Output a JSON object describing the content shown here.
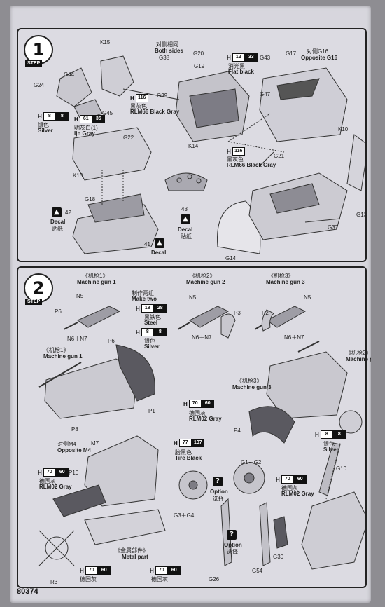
{
  "page_number": "80374",
  "step1": {
    "step_number": "1",
    "step_label": "STEP",
    "parts": {
      "k15": "K15",
      "g44": "G44",
      "g24": "G24",
      "g45": "G45",
      "g38": "G38",
      "g39": "G39",
      "g20": "G20",
      "g19": "G19",
      "k14": "K14",
      "g43": "G43",
      "g17": "G17",
      "g47": "G47",
      "g22": "G22",
      "k13": "K13",
      "g18": "G18",
      "n42": "42",
      "n43": "43",
      "n41": "41",
      "g21": "G21",
      "k10": "K10",
      "g13": "G13",
      "g37": "G37",
      "g14": "G14"
    },
    "both_sides_cn": "对侧相同",
    "both_sides_en": "Both sides",
    "opposite_g16_cn": "对侧G16",
    "opposite_g16_en": "Opposite G16",
    "colors": {
      "black_gray_code": "116",
      "black_gray_cn": "黑灰色",
      "black_gray_en": "RLM66 Black Gray",
      "silver_code": "8",
      "silver_cn": "银色",
      "silver_en": "Silver",
      "ijn_gray_code": "61",
      "ijn_gray_num": "35",
      "ijn_gray_cn": "明灰白(1)",
      "ijn_gray_en": "Ijn Gray",
      "flat_black_code": "12",
      "flat_black_num": "33",
      "flat_black_cn": "消光黑",
      "flat_black_en": "Flat black",
      "black_gray2_code": "116",
      "black_gray2_cn": "黑灰色",
      "black_gray2_en": "RLM66 Black Gray"
    },
    "decal_en": "Decal",
    "decal_cn": "贴纸"
  },
  "step2": {
    "step_number": "2",
    "step_label": "STEP",
    "mg1_cn": "《机枪1》",
    "mg1_en": "Machine gun 1",
    "mg2_cn": "《机枪2》",
    "mg2_en": "Machine gun 2",
    "mg3_cn": "《机枪3》",
    "mg3_en": "Machine gun 3",
    "make_two_cn": "制作两组",
    "make_two_en": "Make two",
    "parts": {
      "n5a": "N5",
      "p6a": "P6",
      "n6n7a": "N6＋N7",
      "p6b": "P6",
      "n5b": "N5",
      "p3": "P3",
      "n6n7b": "N6＋N7",
      "p2": "P2",
      "n5c": "N5",
      "n6n7c": "N6＋N7",
      "p1": "P1",
      "p8": "P8",
      "p4": "P4",
      "m7": "M7",
      "p10": "P10",
      "g1g2": "G1＋G2",
      "g3g4": "G3＋G4",
      "g10": "G10",
      "g26": "G26",
      "g54": "G54",
      "g30": "G30",
      "r3": "R3"
    },
    "opposite_m4_cn": "对侧M4",
    "opposite_m4_en": "Opposite M4",
    "metal_cn": "《金属部件》",
    "metal_en": "Metal part",
    "option_en": "Option",
    "option_cn": "选择",
    "colors": {
      "steel_code": "18",
      "steel_num": "28",
      "steel_cn": "黑铁色",
      "steel_en": "Steel",
      "silver_code": "8",
      "silver_cn": "银色",
      "silver_en": "Silver",
      "rlm02_code": "70",
      "rlm02_num": "60",
      "rlm02_cn": "德国灰",
      "rlm02_en": "RLM02 Gray",
      "tire_code": "77",
      "tire_num": "137",
      "tire_cn": "胎黑色",
      "tire_en": "Tire Black"
    }
  }
}
